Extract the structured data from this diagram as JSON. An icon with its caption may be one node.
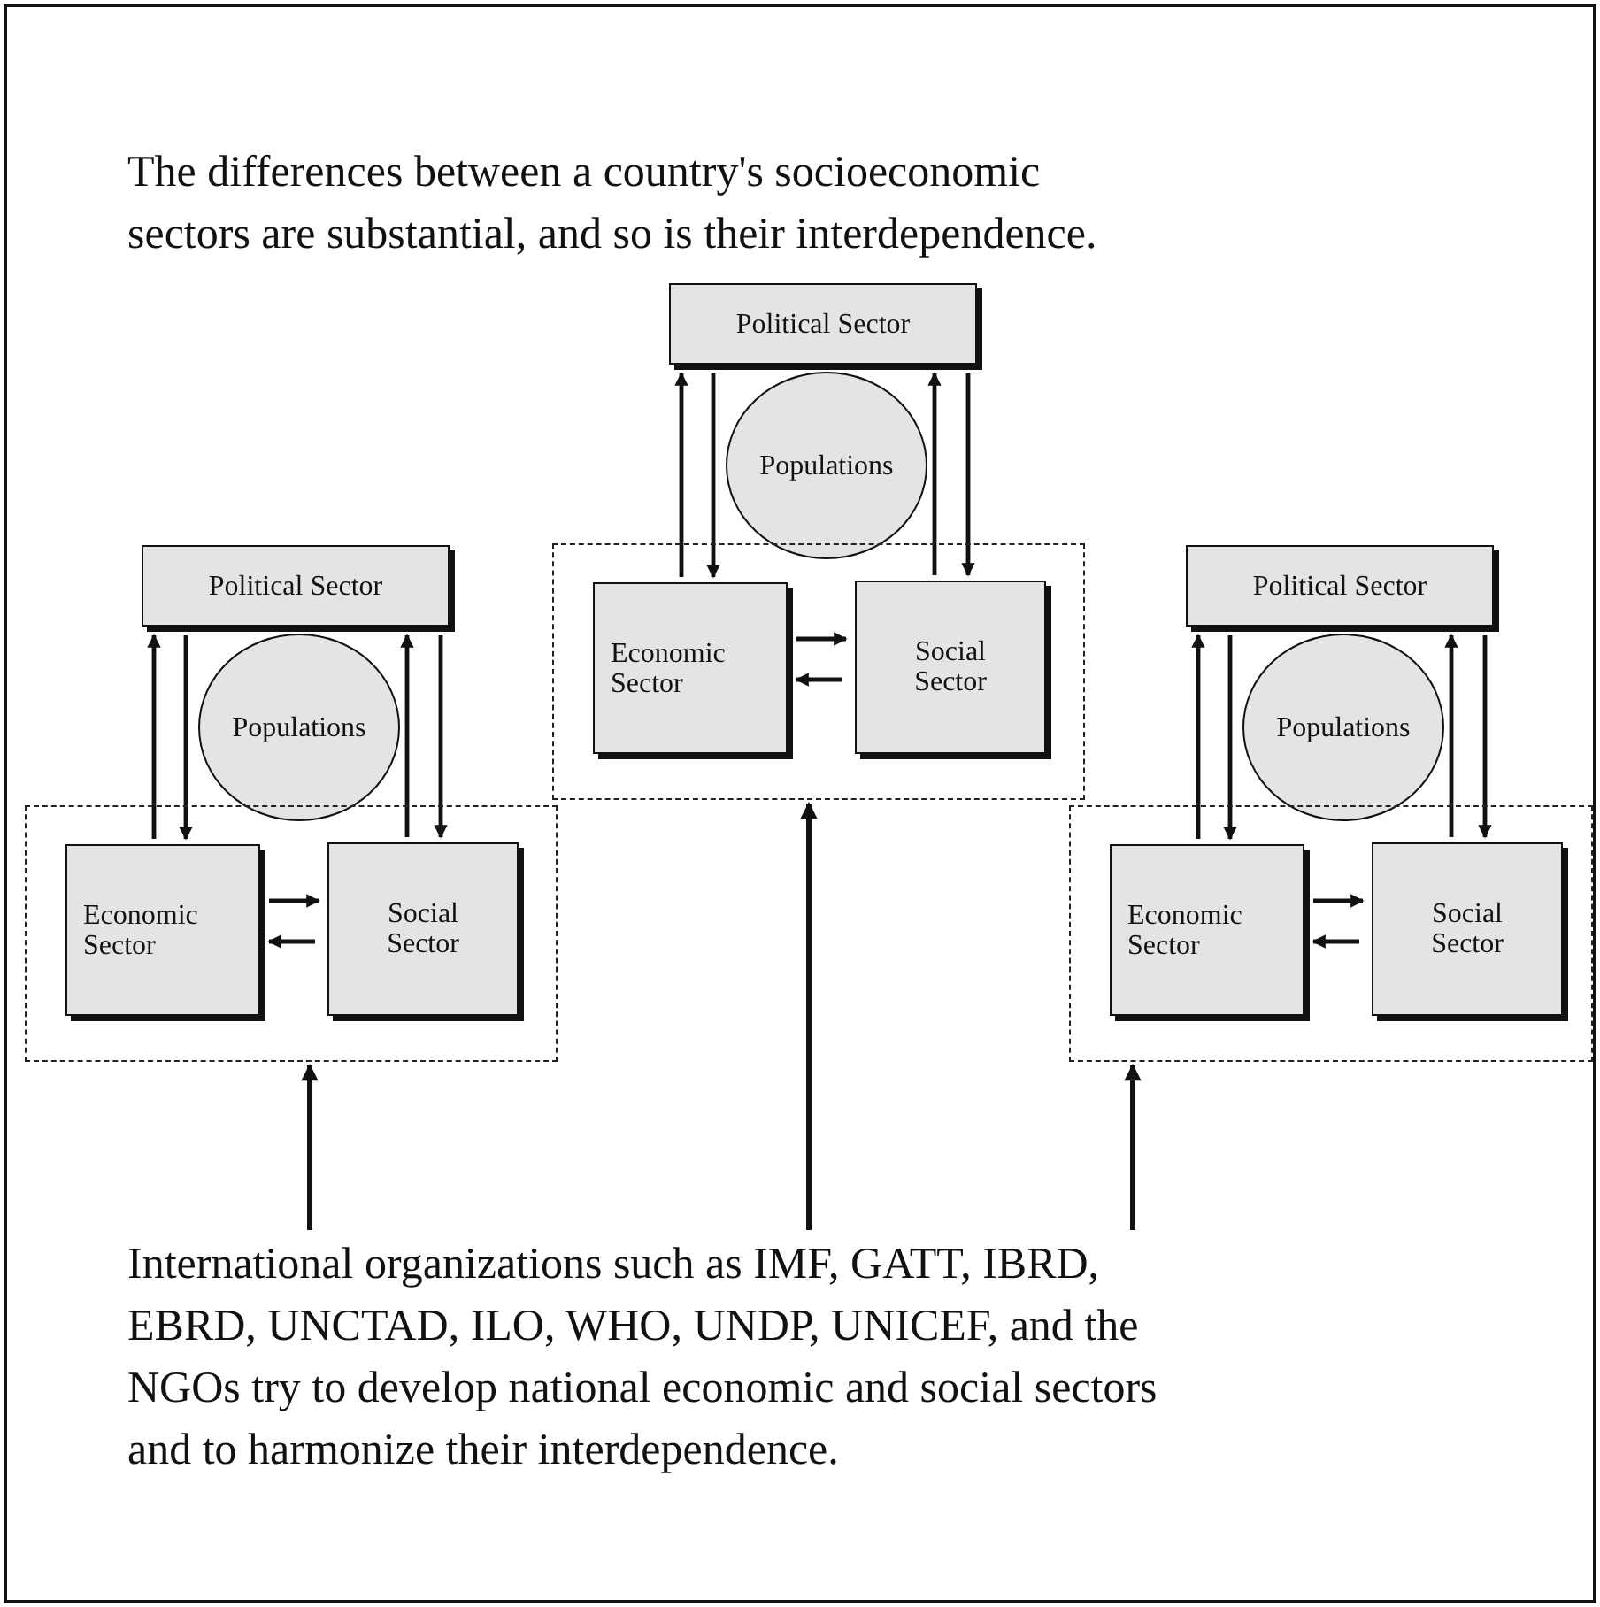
{
  "diagram": {
    "title": "The differences between a country's socioeconomic sectors are substantial, and so is their interdependence.",
    "nodes": [
      {
        "text": [
          "Political Sector"
        ]
      },
      {
        "text": [
          "Populations"
        ]
      },
      {
        "text": [],
        "shape": "box"
      },
      {
        "text": [
          "Economic Sector"
        ],
        "in": 2
      },
      {
        "text": [
          "Social Sector"
        ],
        "in": 2
      },
      {
        "text": [
          "Political Sector"
        ]
      },
      {
        "text": [
          "Populations"
        ]
      },
      {
        "text": [],
        "shape": "box"
      },
      {
        "text": [
          "Economic Sector"
        ],
        "in": 7
      },
      {
        "text": [
          "Social Sector"
        ],
        "in": 7
      },
      {
        "text": [
          "Political Sector"
        ]
      },
      {
        "text": [
          "Populations"
        ]
      },
      {
        "text": [],
        "shape": "box"
      },
      {
        "text": [
          "Economic Sector"
        ],
        "in": 12
      },
      {
        "text": [
          "Social Sector"
        ],
        "in": 12
      },
      {
        "text": [
          "International organizations such as IMF, GATT, IBRD, EBRD, UNCTAD, ILO, WHO, UNDP, UNICEF, and the NGOs try to develop national economic and social sectors and to harmonize their interdependence."
        ]
      }
    ],
    "edges": [
      {
        "from": 3,
        "to": 0,
        "arrow": "to"
      },
      {
        "from": 0,
        "to": 3,
        "arrow": "to"
      },
      {
        "from": 4,
        "to": 0,
        "arrow": "to"
      },
      {
        "from": 0,
        "to": 4,
        "arrow": "to"
      },
      {
        "from": 3,
        "to": 4,
        "arrow": "to"
      },
      {
        "from": 4,
        "to": 3,
        "arrow": "to"
      },
      {
        "from": 8,
        "to": 5,
        "arrow": "to"
      },
      {
        "from": 5,
        "to": 8,
        "arrow": "to"
      },
      {
        "from": 9,
        "to": 5,
        "arrow": "to"
      },
      {
        "from": 5,
        "to": 9,
        "arrow": "to"
      },
      {
        "from": 8,
        "to": 9,
        "arrow": "to"
      },
      {
        "from": 9,
        "to": 8,
        "arrow": "to"
      },
      {
        "from": 13,
        "to": 10,
        "arrow": "to"
      },
      {
        "from": 10,
        "to": 13,
        "arrow": "to"
      },
      {
        "from": 14,
        "to": 10,
        "arrow": "to"
      },
      {
        "from": 10,
        "to": 14,
        "arrow": "to"
      },
      {
        "from": 13,
        "to": 14,
        "arrow": "to"
      },
      {
        "from": 14,
        "to": 13,
        "arrow": "to"
      },
      {
        "from": 15,
        "to": 7,
        "arrow": "to"
      },
      {
        "from": 15,
        "to": 2,
        "arrow": "to"
      },
      {
        "from": 15,
        "to": 12,
        "arrow": "to"
      }
    ]
  }
}
